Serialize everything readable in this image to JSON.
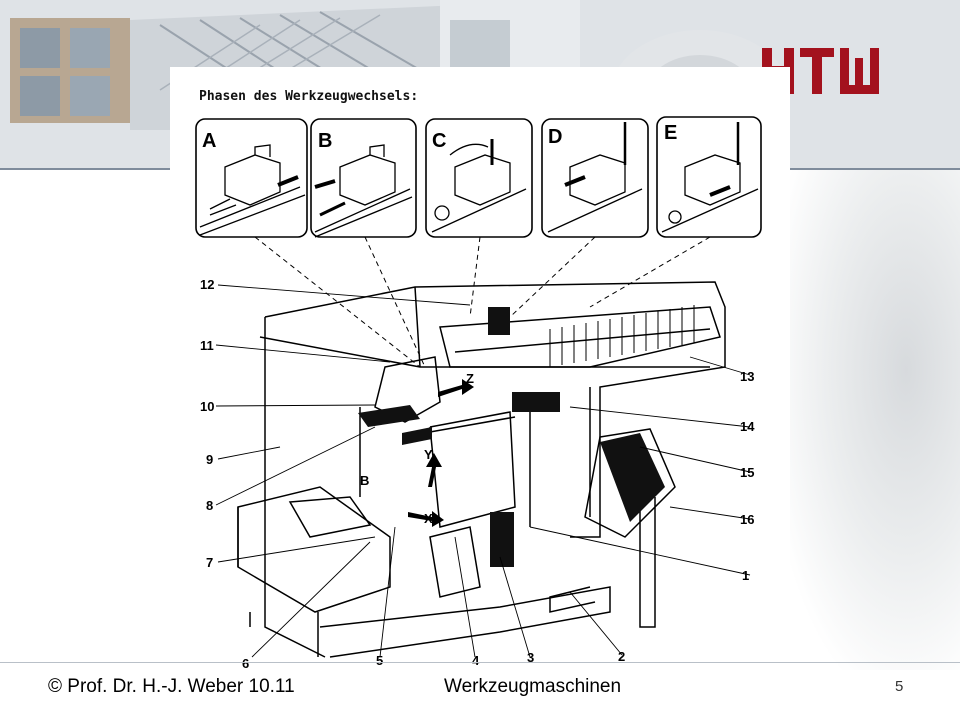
{
  "header": {
    "logo_text": "HTW"
  },
  "figure": {
    "heading": "Phasen des Werkzeugwechsels:",
    "phases": [
      "A",
      "B",
      "C",
      "D",
      "E"
    ],
    "callouts_left": [
      "12",
      "11",
      "10",
      "9",
      "8",
      "7",
      "6"
    ],
    "callouts_right": [
      "13",
      "14",
      "15",
      "16",
      "1"
    ],
    "callouts_bottom": [
      "5",
      "4",
      "3",
      "2"
    ],
    "axis_labels": {
      "z": "Z",
      "y": "Y",
      "x": "X",
      "b": "B"
    }
  },
  "footer": {
    "author": "© Prof. Dr. H.-J. Weber 10.11",
    "title": "Werkzeugmaschinen",
    "page_number": "5"
  },
  "colors": {
    "banner_rule": "#7f8c9c",
    "logo_red": "#a3121e"
  }
}
